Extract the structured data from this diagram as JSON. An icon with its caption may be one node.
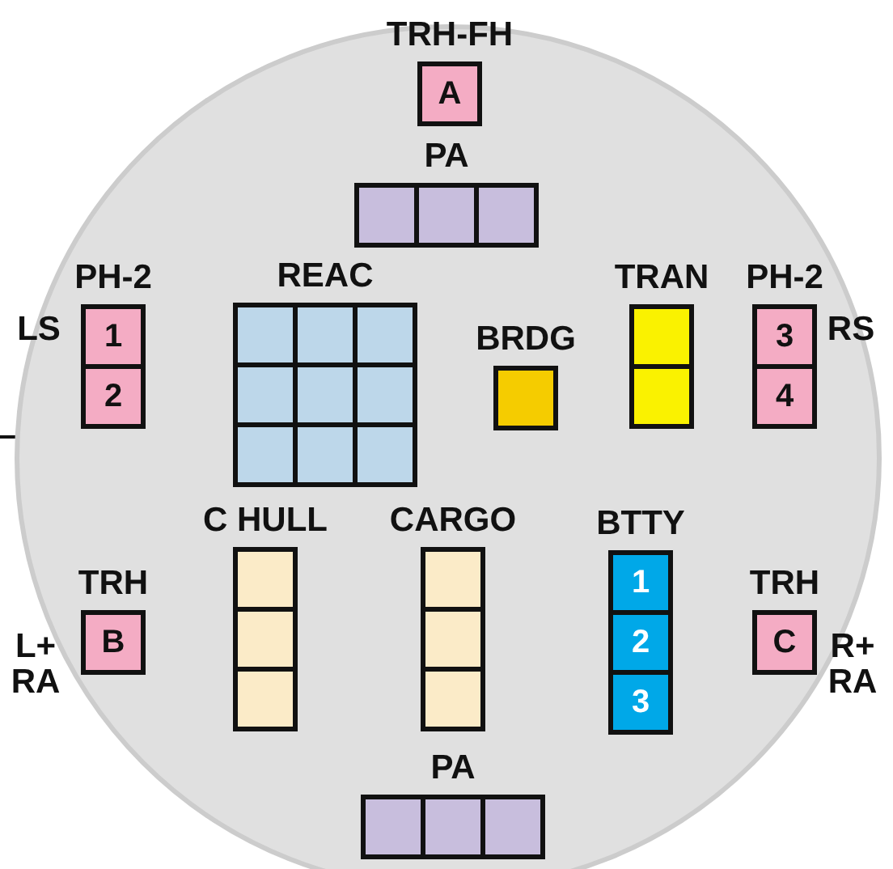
{
  "diagram": {
    "nodes": [
      {
        "text": [],
        "shape": "circle"
      },
      {
        "text": [
          "TRH-FH"
        ],
        "in": 0
      },
      {
        "text": [
          "A"
        ],
        "in": 1
      },
      {
        "text": [
          "PA"
        ],
        "in": 0
      },
      {
        "text": [],
        "shape": "box",
        "in": 3
      },
      {
        "text": [],
        "shape": "box",
        "in": 3
      },
      {
        "text": [],
        "shape": "box",
        "in": 3
      },
      {
        "text": [
          "PH-2"
        ],
        "beside": [
          "LS"
        ],
        "in": 0
      },
      {
        "text": [
          "1"
        ],
        "in": 7
      },
      {
        "text": [
          "2"
        ],
        "in": 7
      },
      {
        "text": [
          "REAC"
        ],
        "in": 0
      },
      {
        "text": [],
        "shape": "box",
        "in": 10
      },
      {
        "text": [],
        "shape": "box",
        "in": 10
      },
      {
        "text": [],
        "shape": "box",
        "in": 10
      },
      {
        "text": [],
        "shape": "box",
        "in": 10
      },
      {
        "text": [],
        "shape": "box",
        "in": 10
      },
      {
        "text": [],
        "shape": "box",
        "in": 10
      },
      {
        "text": [],
        "shape": "box",
        "in": 10
      },
      {
        "text": [],
        "shape": "box",
        "in": 10
      },
      {
        "text": [],
        "shape": "box",
        "in": 10
      },
      {
        "text": [
          "BRDG"
        ],
        "in": 0
      },
      {
        "text": [],
        "shape": "box",
        "in": 20
      },
      {
        "text": [
          "TRAN"
        ],
        "in": 0
      },
      {
        "text": [],
        "shape": "box",
        "in": 22
      },
      {
        "text": [],
        "shape": "box",
        "in": 22
      },
      {
        "text": [
          "PH-2"
        ],
        "beside": [
          "RS"
        ],
        "in": 0
      },
      {
        "text": [
          "3"
        ],
        "in": 25
      },
      {
        "text": [
          "4"
        ],
        "in": 25
      },
      {
        "text": [
          "C HULL"
        ],
        "in": 0
      },
      {
        "text": [],
        "shape": "box",
        "in": 28
      },
      {
        "text": [],
        "shape": "box",
        "in": 28
      },
      {
        "text": [],
        "shape": "box",
        "in": 28
      },
      {
        "text": [
          "CARGO"
        ],
        "in": 0
      },
      {
        "text": [],
        "shape": "box",
        "in": 32
      },
      {
        "text": [],
        "shape": "box",
        "in": 32
      },
      {
        "text": [],
        "shape": "box",
        "in": 32
      },
      {
        "text": [
          "BTTY"
        ],
        "in": 0
      },
      {
        "text": [
          "1"
        ],
        "in": 36
      },
      {
        "text": [
          "2"
        ],
        "in": 36
      },
      {
        "text": [
          "3"
        ],
        "in": 36
      },
      {
        "text": [
          "TRH"
        ],
        "beside": [
          "L+ RA"
        ],
        "in": 0
      },
      {
        "text": [
          "B"
        ],
        "in": 40
      },
      {
        "text": [
          "TRH"
        ],
        "beside": [
          "R+ RA"
        ],
        "in": 0
      },
      {
        "text": [
          "C"
        ],
        "in": 42
      },
      {
        "text": [
          "PA"
        ],
        "in": 0
      },
      {
        "text": [],
        "shape": "box",
        "in": 44
      },
      {
        "text": [],
        "shape": "box",
        "in": 44
      },
      {
        "text": [],
        "shape": "box",
        "in": 44
      }
    ]
  }
}
